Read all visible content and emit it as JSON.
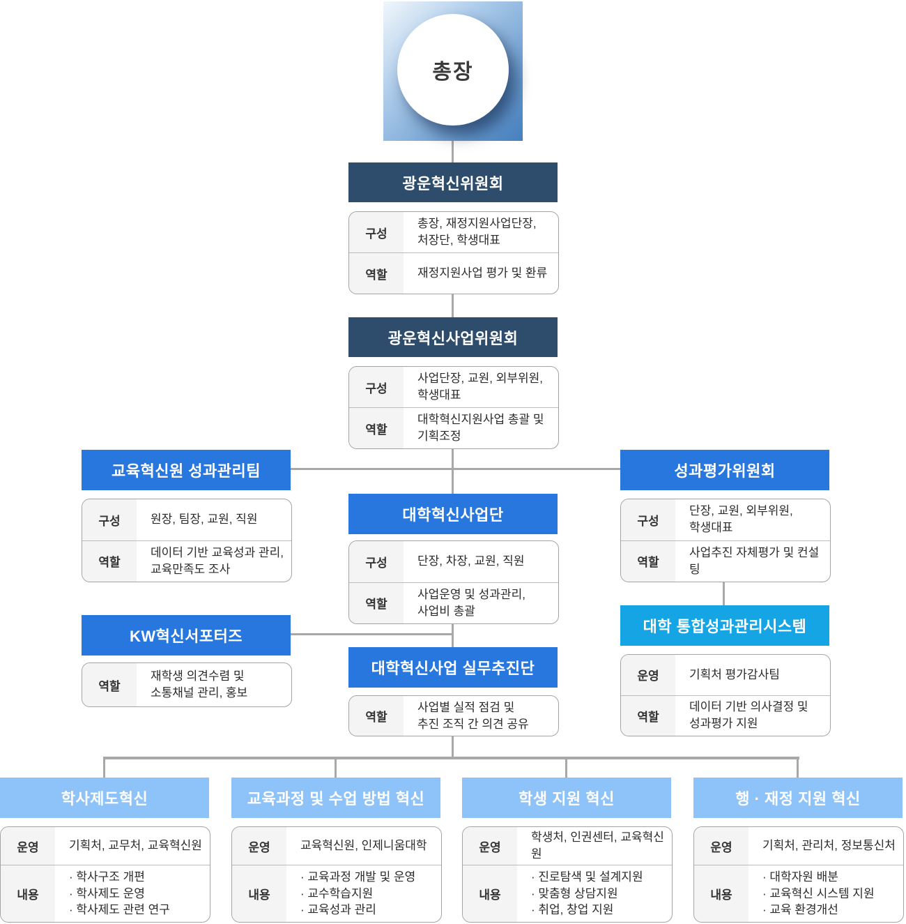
{
  "colors": {
    "navy_header": "#2e4d6d",
    "blue_header": "#2777de",
    "cyan_header": "#15a5e5",
    "light_blue_header": "#8ec3f9",
    "president_gradient_start": "#f1f7fc",
    "president_gradient_end": "#447fbe",
    "connector": "#a8a8a8",
    "table_label_bg": "#f4f4f4"
  },
  "labels": {
    "composition": "구성",
    "role": "역할",
    "operation": "운영",
    "content": "내용"
  },
  "president": "총장",
  "boxes": {
    "kw_innovation_committee": {
      "title": "광운혁신위원회",
      "composition": "총장, 재정지원사업단장,\n처장단, 학생대표",
      "role": "재정지원사업 평가 및 환류"
    },
    "kw_innovation_project_committee": {
      "title": "광운혁신사업위원회",
      "composition": "사업단장, 교원, 외부위원,\n학생대표",
      "role": "대학혁신지원사업 총괄 및\n기획조정"
    },
    "performance_mgmt_team": {
      "title": "교육혁신원 성과관리팀",
      "composition": "원장, 팀장, 교원, 직원",
      "role": "데이터 기반 교육성과 관리,\n교육만족도 조사"
    },
    "university_innovation_group": {
      "title": "대학혁신사업단",
      "composition": "단장, 차장, 교원, 직원",
      "role": "사업운영 및 성과관리,\n사업비 총괄"
    },
    "performance_eval_committee": {
      "title": "성과평가위원회",
      "composition": "단장, 교원, 외부위원,\n학생대표",
      "role": "사업추진 자체평가 및 컨설팅"
    },
    "kw_supporters": {
      "title": "KW혁신서포터즈",
      "role": "재학생 의견수렴 및\n소통채널 관리, 홍보"
    },
    "working_group": {
      "title": "대학혁신사업 실무추진단",
      "role": "사업별 실적 점검 및\n추진 조직 간 의견 공유"
    },
    "integrated_performance_system": {
      "title": "대학 통합성과관리시스템",
      "operation": "기획처 평가감사팀",
      "role": "데이터 기반 의사결정 및\n성과평가 지원"
    },
    "academic_system_innovation": {
      "title": "학사제도혁신",
      "operation": "기획처, 교무처, 교육혁신원",
      "content": "· 학사구조 개편\n· 학사제도 운영\n· 학사제도 관련 연구"
    },
    "curriculum_innovation": {
      "title": "교육과정 및 수업 방법 혁신",
      "operation": "교육혁신원, 인제니움대학",
      "content": "· 교육과정 개발 및 운영\n· 교수학습지원\n· 교육성과 관리"
    },
    "student_support_innovation": {
      "title": "학생 지원 혁신",
      "operation": "학생처, 인권센터, 교육혁신원",
      "content": "· 진로탐색 및 설계지원\n· 맞춤형 상담지원\n· 취업, 창업 지원"
    },
    "admin_finance_innovation": {
      "title": "행 · 재정 지원 혁신",
      "operation": "기획처, 관리처, 정보통신처",
      "content": "· 대학자원 배분\n· 교육혁신 시스템 지원\n· 교육 환경개선"
    }
  }
}
